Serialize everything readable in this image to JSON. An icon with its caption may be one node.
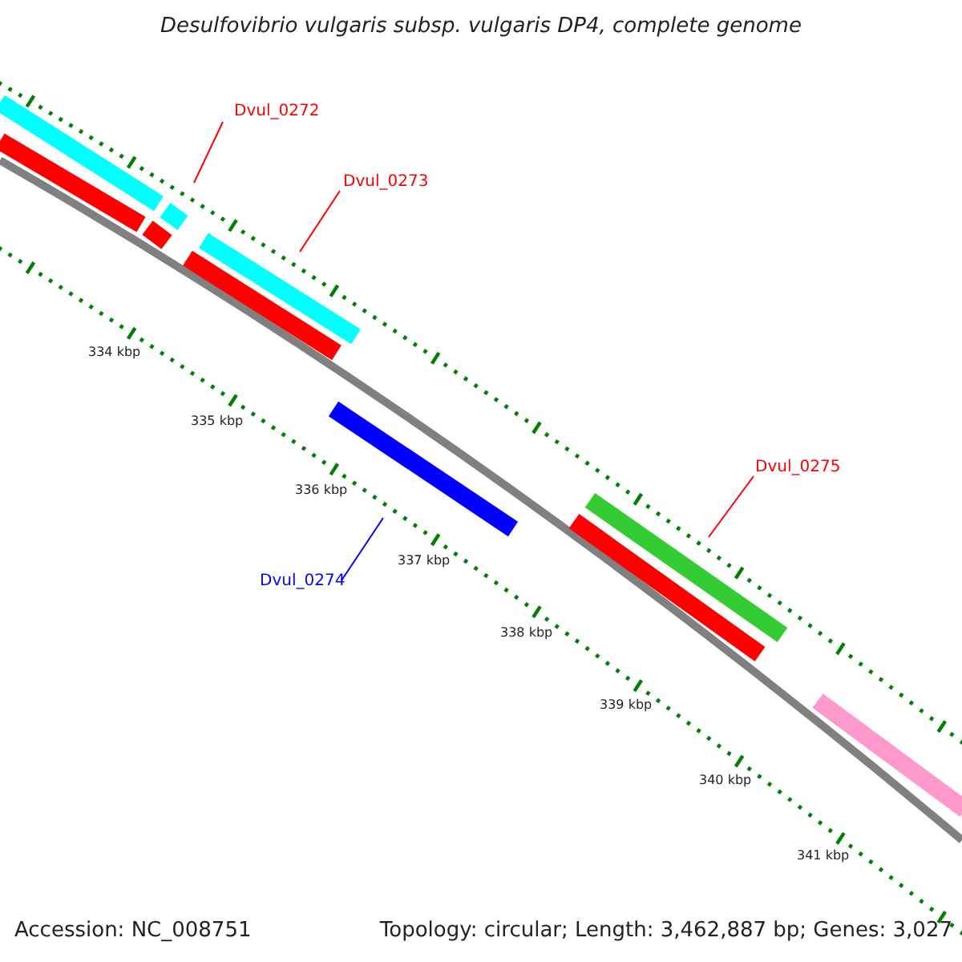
{
  "diagram": {
    "title": "Desulfovibrio vulgaris subsp. vulgaris DP4, complete genome",
    "nodes": [
      {
        "text": [
          "Dvul_0272"
        ]
      },
      {
        "text": [],
        "shape": "bar"
      },
      {
        "text": [
          "Dvul_0273"
        ]
      },
      {
        "text": [],
        "shape": "bar"
      },
      {
        "text": [
          "Dvul_0274"
        ]
      },
      {
        "text": [],
        "shape": "bar"
      },
      {
        "text": [
          "Dvul_0275"
        ]
      },
      {
        "text": [],
        "shape": "bar"
      }
    ],
    "edges": [
      {
        "from": 0,
        "to": 1,
        "arrow": "none"
      },
      {
        "from": 2,
        "to": 3,
        "arrow": "none"
      },
      {
        "from": 4,
        "to": 5,
        "arrow": "none",
        "color": "#0000ff"
      },
      {
        "from": 6,
        "to": 7,
        "arrow": "none"
      }
    ],
    "labels": [
      "334 kbp",
      "335 kbp",
      "336 kbp",
      "337 kbp",
      "338 kbp",
      "339 kbp",
      "340 kbp",
      "341 kbp",
      "Accession: NC_008751",
      "Topology: circular; Length: 3,462,887 bp; Genes: 3,027"
    ]
  }
}
